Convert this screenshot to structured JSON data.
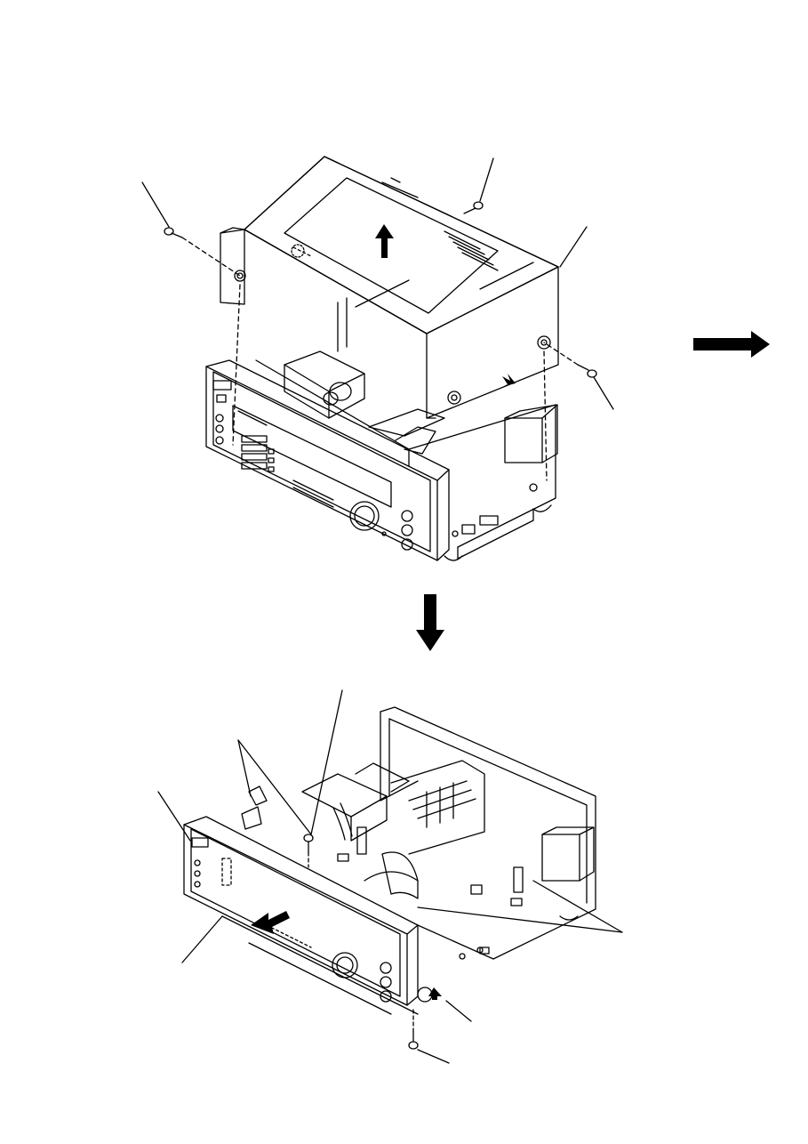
{
  "page": {
    "background": "#ffffff",
    "line_color": "#000000",
    "hidden_line_style": "dashed"
  },
  "figure": {
    "step1": {
      "name": "case-removal",
      "direction_icon": "arrow-up-icon"
    },
    "step2": {
      "name": "front-panel-removal",
      "direction_icon": "arrow-down-icon"
    },
    "continue_icon": "arrow-right-icon"
  }
}
